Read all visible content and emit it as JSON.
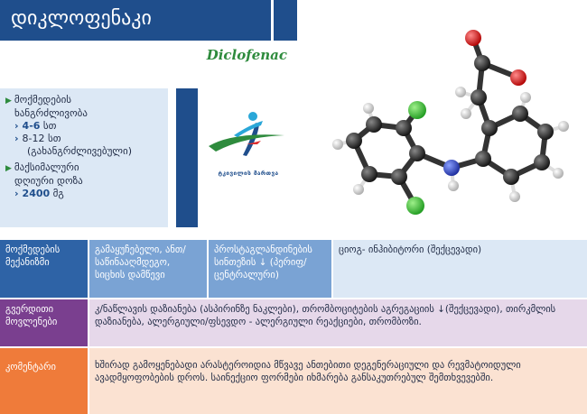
{
  "header": {
    "title": "დიკლოფენაკი",
    "subtitle": "Diclofenac"
  },
  "info": {
    "duration_label_1": "მოქმედების",
    "duration_label_2": "ხანგრძლივობა",
    "duration_value_1": "4-6",
    "duration_unit_1": "სთ",
    "duration_value_2": "8-12 სთ",
    "duration_note": "(გახანგრძლივებული)",
    "maxdose_label_1": "მაქსიმალური",
    "maxdose_label_2": "დღიური დოზა",
    "maxdose_value": "2400",
    "maxdose_unit": "მგ"
  },
  "logo": {
    "text": "ტკივილის მართვა"
  },
  "table": {
    "mechanism": {
      "label": "მოქმედების მექანიზმი",
      "col2": "გამაყუჩებელი, ანთ/საწინააღმდეგო, სიცხის დამწევი",
      "col3": "პროსტაგლანდინების სინთეზის ↓ (პერიფ/ცენტრალური)",
      "col4": "ციოგ- ინჰიბიტორი (შექცევადი)"
    },
    "side_effects": {
      "label": "გვერდითი მოვლენები",
      "content": "კ/ნაწლავის დაზიანება (ასპირინზე ნაკლები), თრომბოციტების აგრეგაციის ↓(შექცევადი), თირკმლის დაზიანება, ალერგიული/ფსევდო - ალერგიული რეაქციები, თრომბოზი."
    },
    "comments": {
      "label": "კომენტარი",
      "content": "ხშირად გამოყენებადი არასტეროიდია მწვავე ანთებითი დეგენერაციული და რევმატოიდული ავადმყოფობების დროს. საინექციო ფორმები იხმარება განსაკუთრებულ შემთხვევებში."
    }
  },
  "colors": {
    "navy": "#1f4e8c",
    "green": "#2e8b3d",
    "purple": "#7a3f8f",
    "orange": "#ef7b3a"
  }
}
